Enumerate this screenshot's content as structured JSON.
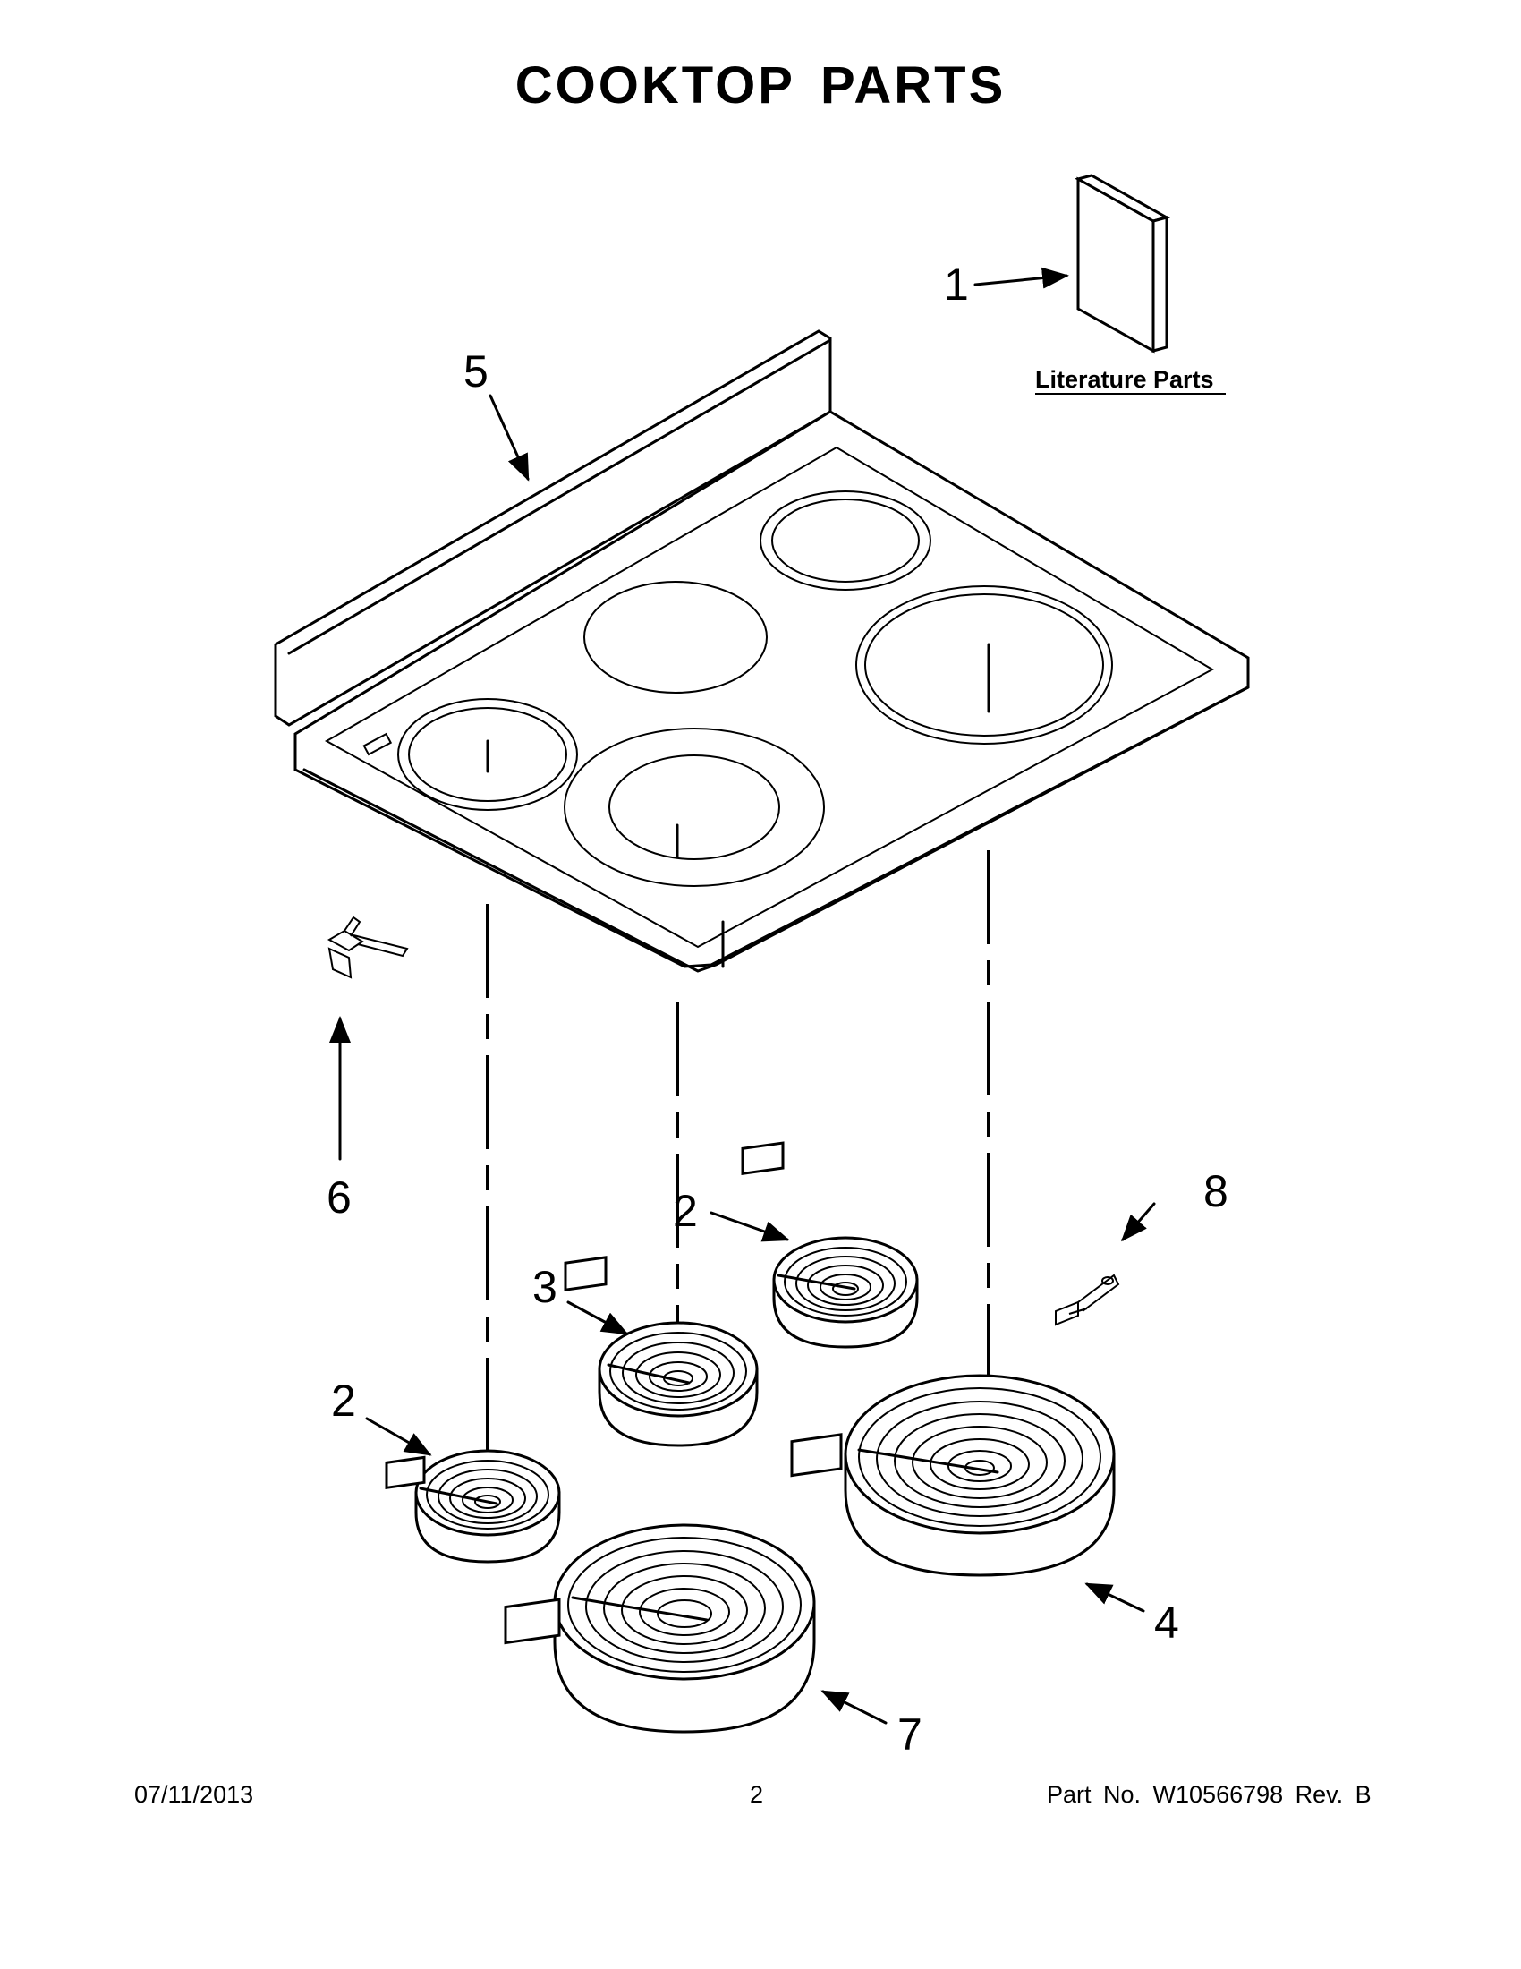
{
  "title": "COOKTOP PARTS",
  "literature_label": "Literature Parts",
  "callouts": {
    "c1": "1",
    "c2a": "2",
    "c2b": "2",
    "c3": "3",
    "c4": "4",
    "c5": "5",
    "c6": "6",
    "c7": "7",
    "c8": "8"
  },
  "footer": {
    "date": "07/11/2013",
    "page_number": "2",
    "part_number": "Part No.  W10566798  Rev.  B"
  }
}
